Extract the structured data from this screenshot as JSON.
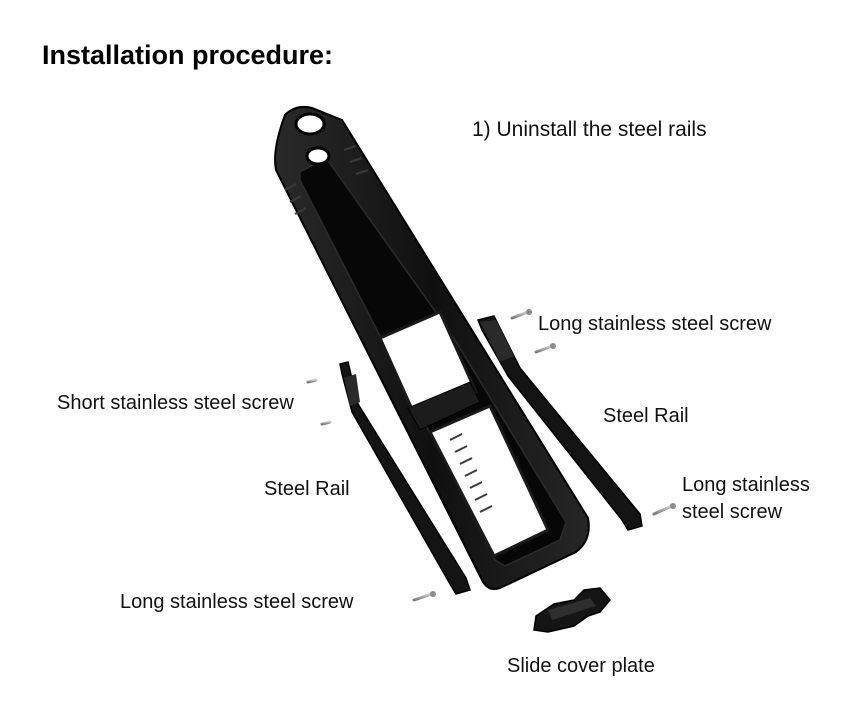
{
  "title": "Installation procedure:",
  "step": "1) Uninstall the steel rails",
  "labels": {
    "long_screw_top": "Long stainless steel screw",
    "short_screw": "Short stainless steel screw",
    "steel_rail_right": "Steel Rail",
    "steel_rail_left": "Steel Rail",
    "long_screw_right_line1": "Long stainless",
    "long_screw_right_line2": "steel screw",
    "long_screw_bottom": "Long stainless steel screw",
    "slide_cover_plate": "Slide cover plate"
  },
  "colors": {
    "part": "#151515",
    "part_highlight": "#3a3a3a",
    "screw": "#9a9a9a"
  }
}
